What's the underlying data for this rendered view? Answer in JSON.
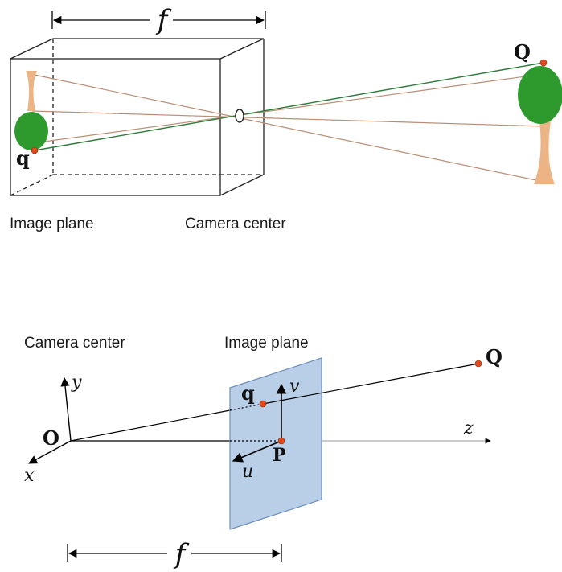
{
  "top": {
    "focal_label": "f",
    "image_plane_caption": "Image plane",
    "camera_center_caption": "Camera center",
    "point_Q": "Q",
    "point_q": "q"
  },
  "bottom": {
    "camera_center_caption": "Camera center",
    "image_plane_caption": "Image plane",
    "origin_label": "O",
    "axis_x": "x",
    "axis_y": "y",
    "axis_z": "z",
    "axis_u": "u",
    "axis_v": "v",
    "point_P": "P",
    "point_q": "q",
    "point_Q": "Q",
    "focal_label": "f"
  },
  "colors": {
    "tree_foliage": "#2e9a2e",
    "tree_trunk": "#ecb484",
    "point_marker": "#e24a1e",
    "ray_green": "#2f7a3a",
    "ray_brown": "#b98e74",
    "image_plane_fill": "#b5cbe6",
    "image_plane_stroke": "#6f8fbd"
  }
}
